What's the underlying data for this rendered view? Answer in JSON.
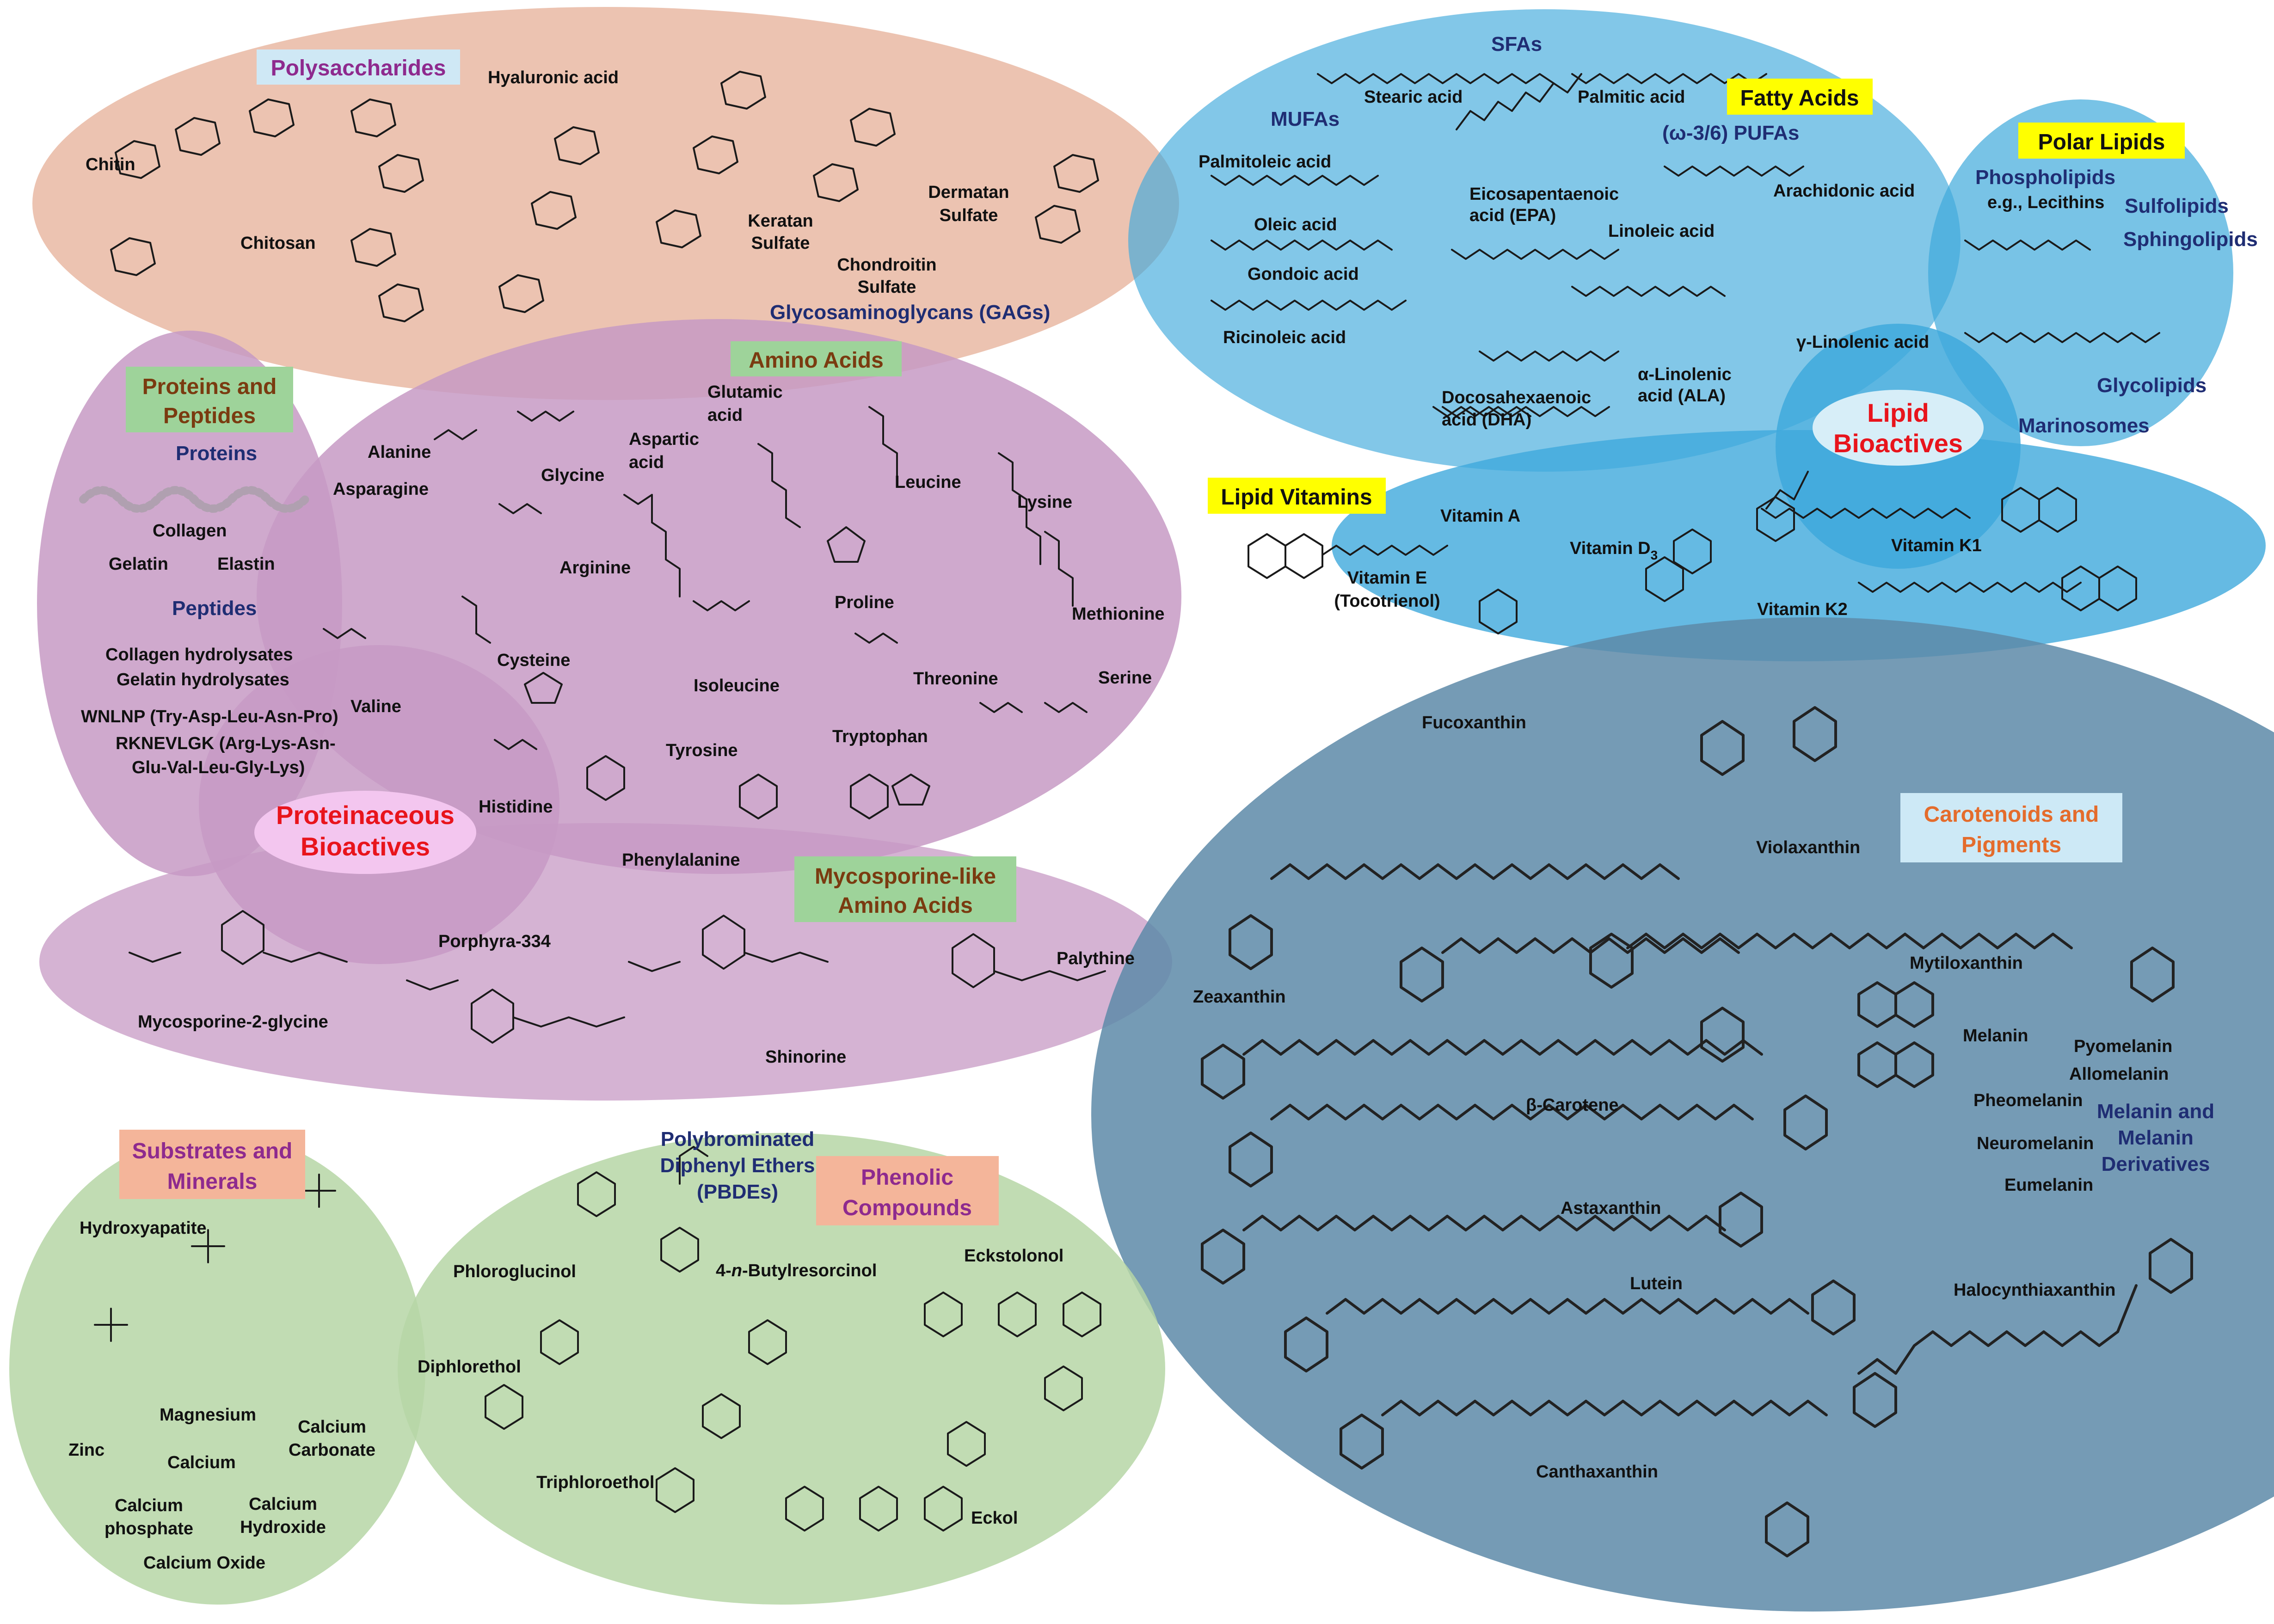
{
  "colors": {
    "polysaccharide_fill": "#e9b9a3",
    "amino_fill": "#c79ac4",
    "lipid_fill": "#3fa9dc",
    "carotenoid_fill": "#5d8aa8",
    "mineral_fill": "#b6d6a6",
    "hdr_pink_bg": "#cfe8f5",
    "hdr_green_bg": "#9ed39a",
    "hdr_yellow_bg": "#ffff00",
    "hdr_salmon_bg": "#f4b59a",
    "hdr_lightblue_bg": "#cde9f6",
    "purple_text": "#8e2a8e",
    "brown_text": "#7a3b10",
    "orange_text": "#e46c2c",
    "navy_text": "#1f2d73",
    "red_text": "#e8141c"
  },
  "polysaccharides": {
    "header": "Polysaccharides",
    "labels": [
      "Hyaluronic acid",
      "Chitin",
      "Chitosan",
      "Keratan Sulfate",
      "Dermatan Sulfate",
      "Chondroitin Sulfate"
    ],
    "gags": "Glycosaminoglycans (GAGs)"
  },
  "proteins": {
    "header": "Proteins and Peptides",
    "proteins_sub": "Proteins",
    "protein_items": [
      "Collagen",
      "Gelatin",
      "Elastin"
    ],
    "peptides_sub": "Peptides",
    "peptide_items": [
      "Collagen hydrolysates",
      "Gelatin hydrolysates",
      "WNLNP (Try-Asp-Leu-Asn-Pro)",
      "RKNEVLGK (Arg-Lys-Asn-",
      "Glu-Val-Leu-Gly-Lys)"
    ]
  },
  "amino_acids": {
    "header": "Amino Acids",
    "labels": [
      "Glutamic acid",
      "Alanine",
      "Aspartic acid",
      "Glycine",
      "Asparagine",
      "Leucine",
      "Lysine",
      "Arginine",
      "Proline",
      "Methionine",
      "Cysteine",
      "Isoleucine",
      "Threonine",
      "Serine",
      "Valine",
      "Tyrosine",
      "Tryptophan",
      "Histidine",
      "Phenylalanine"
    ]
  },
  "proteinaceous": {
    "label": "Proteinaceous Bioactives"
  },
  "mycosporine": {
    "header": "Mycosporine-like Amino Acids",
    "labels": [
      "Porphyra-334",
      "Palythine",
      "Mycosporine-2-glycine",
      "Shinorine"
    ]
  },
  "fatty_acids": {
    "header": "Fatty Acids",
    "sfas": "SFAs",
    "mufas": "MUFAs",
    "pufas": "(ω-3/6) PUFAs",
    "labels": [
      "Stearic acid",
      "Palmitic acid",
      "Palmitoleic acid",
      "Eicosapentaenoic acid (EPA)",
      "Arachidonic acid",
      "Oleic acid",
      "Linoleic acid",
      "Gondoic acid",
      "Ricinoleic acid",
      "γ-Linolenic acid",
      "α-Linolenic acid (ALA)",
      "Docosahexaenoic acid (DHA)"
    ]
  },
  "polar_lipids": {
    "header": "Polar Lipids",
    "items": [
      "Phospholipids",
      "e.g., Lecithins",
      "Sulfolipids",
      "Sphingolipids",
      "Glycolipids",
      "Marinosomes"
    ]
  },
  "lipid_bioactives": {
    "label": "Lipid Bioactives"
  },
  "lipid_vitamins": {
    "header": "Lipid Vitamins",
    "labels": [
      "Vitamin A",
      "Vitamin D",
      "Vitamin E",
      "(Tocotrienol)",
      "Vitamin K1",
      "Vitamin K2"
    ],
    "vitamin_d_sub": "3"
  },
  "carotenoids": {
    "header": "Carotenoids and Pigments",
    "labels": [
      "Fucoxanthin",
      "Violaxanthin",
      "Mytiloxanthin",
      "Zeaxanthin",
      "Melanin",
      "Pyomelanin",
      "Allomelanin",
      "Pheomelanin",
      "β-Carotene",
      "Neuromelanin",
      "Eumelanin",
      "Astaxanthin",
      "Lutein",
      "Halocynthiaxanthin",
      "Canthaxanthin"
    ],
    "melanin_deriv": "Melanin and Melanin Derivatives"
  },
  "minerals": {
    "header": "Substrates and Minerals",
    "labels": [
      "Hydroxyapatite",
      "Magnesium",
      "Calcium Carbonate",
      "Zinc",
      "Calcium",
      "Calcium phosphate",
      "Calcium Hydroxide",
      "Calcium Oxide"
    ]
  },
  "phenolics": {
    "header": "Phenolic Compounds",
    "pbde": "Polybrominated Diphenyl Ethers (PBDEs)",
    "labels": [
      "Phloroglucinol",
      "4-n-Butylresorcinol",
      "Eckstolonol",
      "Diphlorethol",
      "Triphloroethol",
      "Eckol"
    ]
  }
}
